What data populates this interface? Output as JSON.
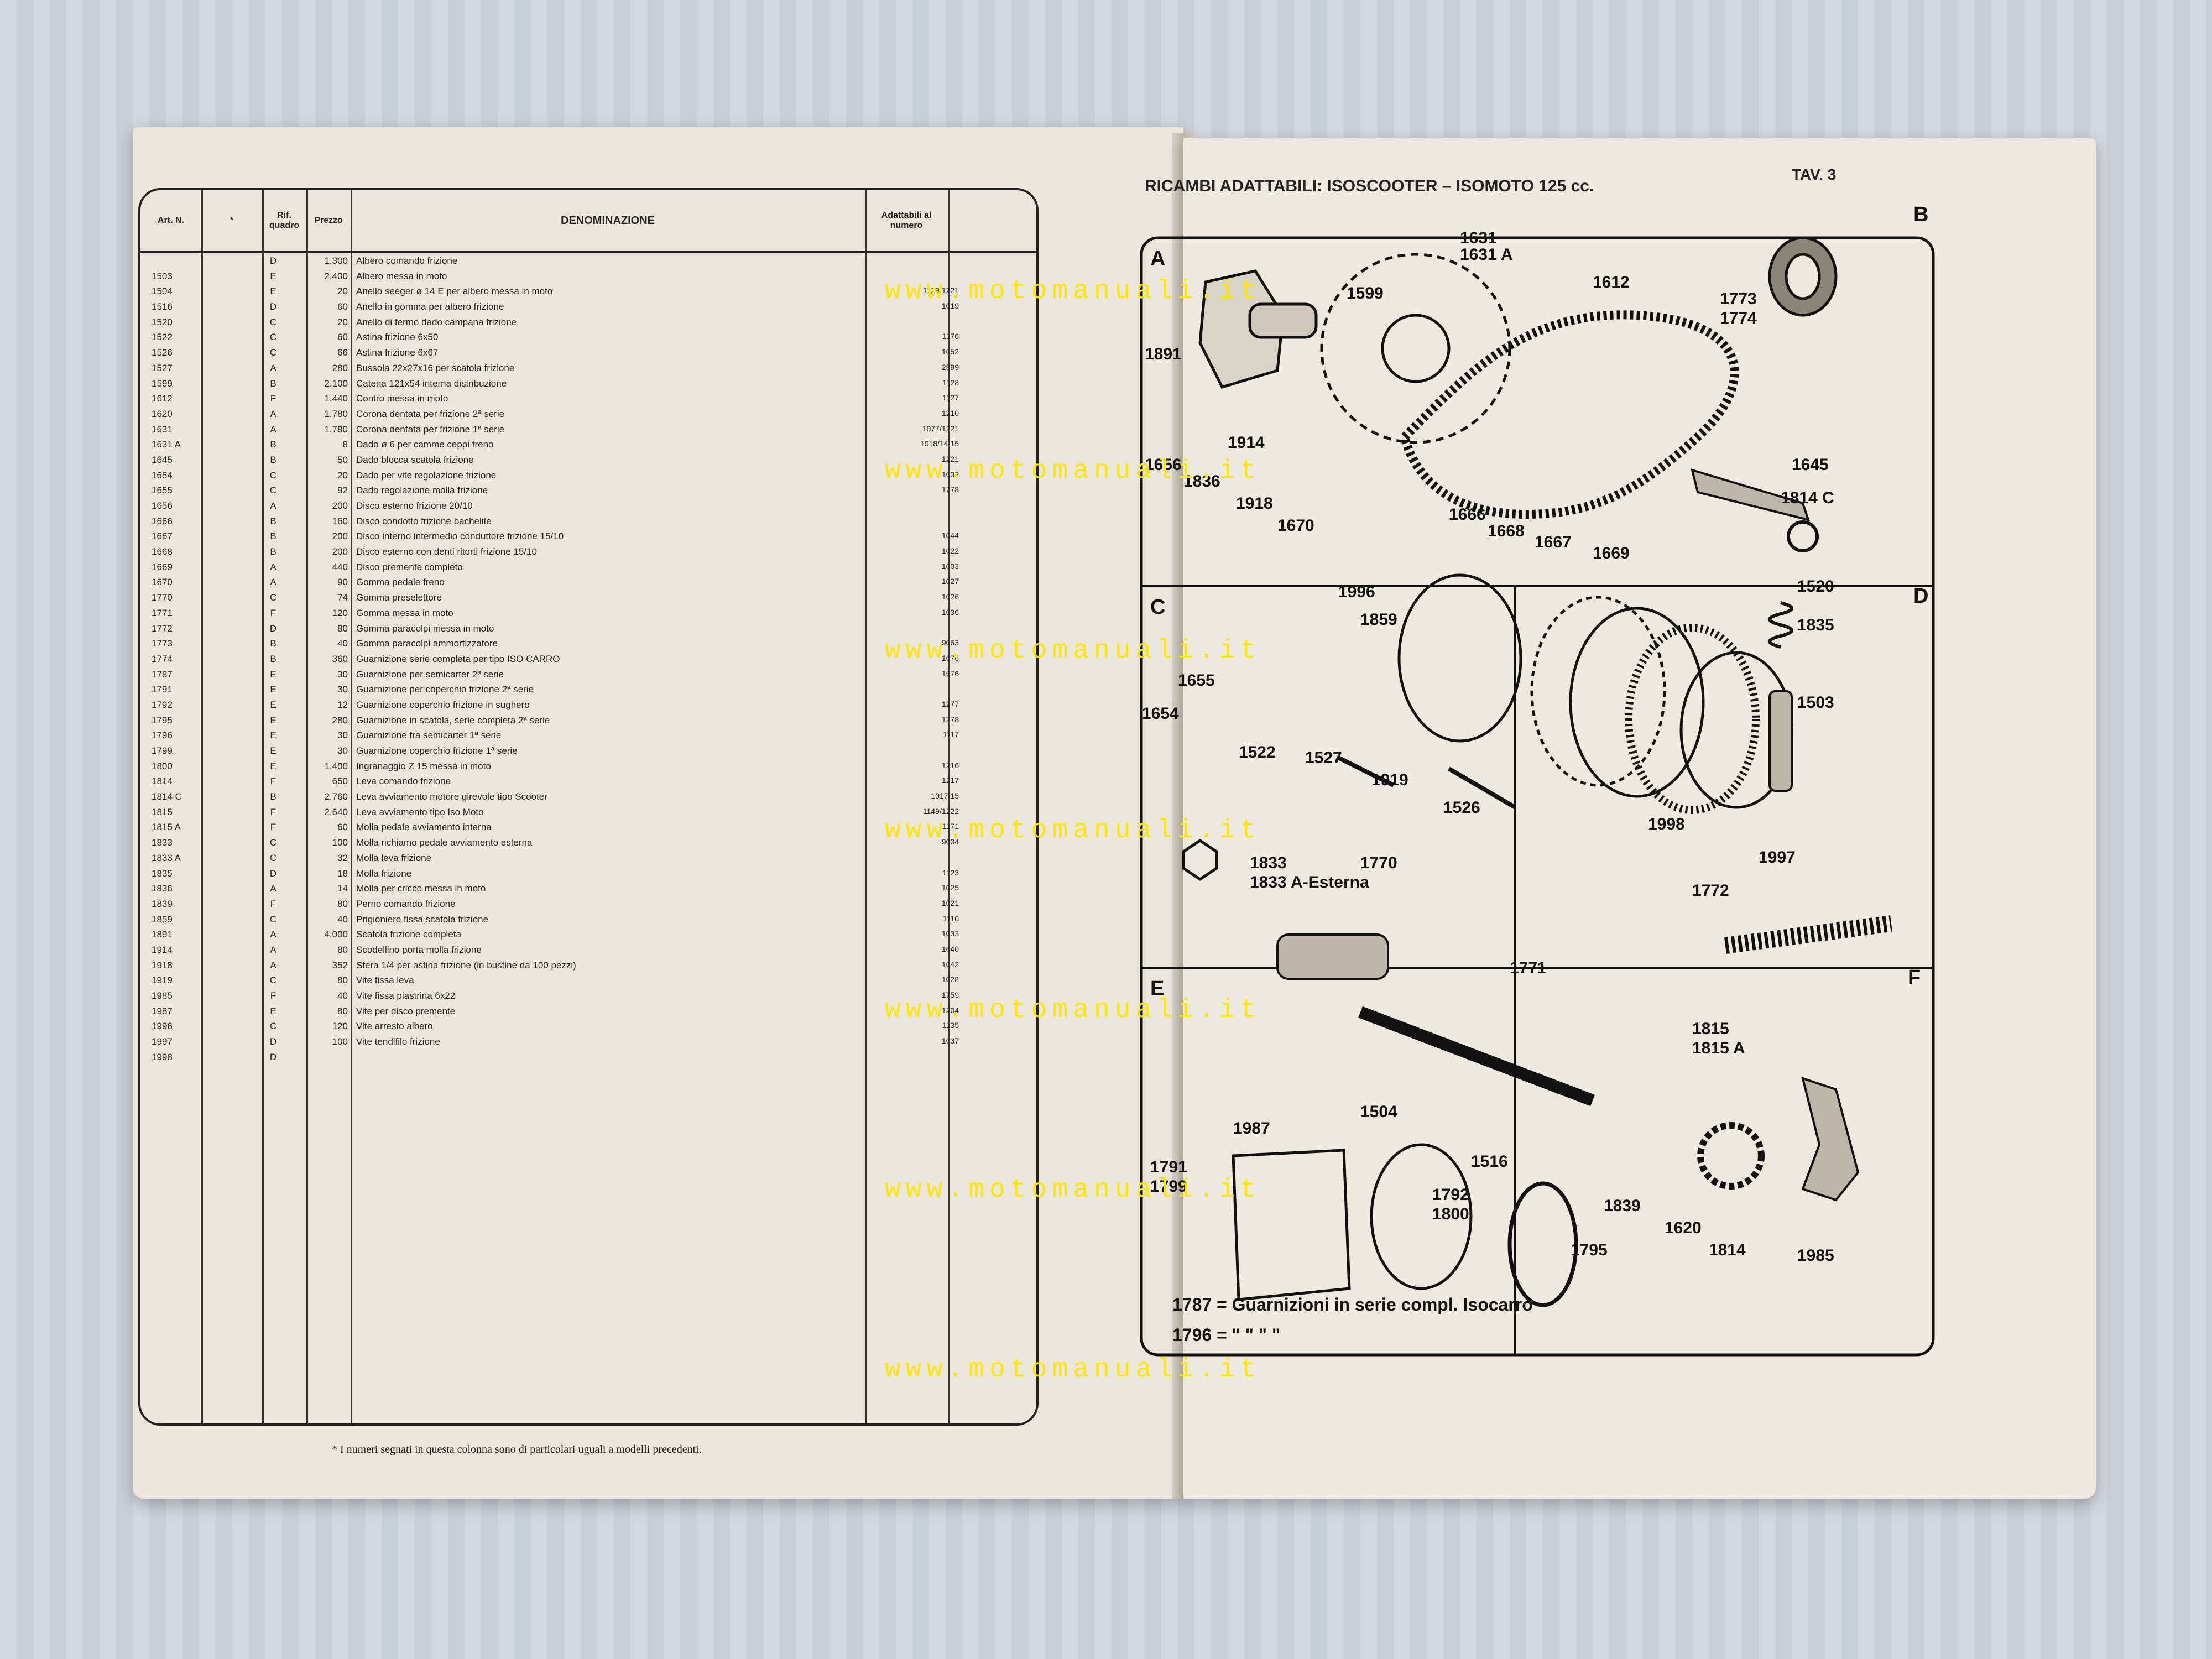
{
  "left_page": {
    "headers": {
      "art": "Art. N.",
      "star": "*",
      "rif": "Rif. quadro",
      "prezzo": "Prezzo",
      "denominazione": "DENOMINAZIONE",
      "adattabili": "Adattabili al numero"
    },
    "rows": [
      {
        "art": "",
        "rif": "D",
        "prezzo": "1.300",
        "den": "Albero comando frizione",
        "ada": ""
      },
      {
        "art": "1503",
        "rif": "E",
        "prezzo": "2.400",
        "den": "Albero messa in moto",
        "ada": ""
      },
      {
        "art": "1504",
        "rif": "E",
        "prezzo": "20",
        "den": "Anello seeger ø 14 E per albero messa in moto",
        "ada": "1129/1221"
      },
      {
        "art": "1516",
        "rif": "D",
        "prezzo": "60",
        "den": "Anello in gomma per albero frizione",
        "ada": "1019"
      },
      {
        "art": "1520",
        "rif": "C",
        "prezzo": "20",
        "den": "Anello di fermo dado campana frizione",
        "ada": ""
      },
      {
        "art": "1522",
        "rif": "C",
        "prezzo": "60",
        "den": "Astina frizione 6x50",
        "ada": "1176"
      },
      {
        "art": "1526",
        "rif": "C",
        "prezzo": "66",
        "den": "Astina frizione 6x67",
        "ada": "1052"
      },
      {
        "art": "1527",
        "rif": "A",
        "prezzo": "280",
        "den": "Bussola 22x27x16 per scatola frizione",
        "ada": "2899"
      },
      {
        "art": "1599",
        "rif": "B",
        "prezzo": "2.100",
        "den": "Catena 121x54 interna distribuzione",
        "ada": "1128"
      },
      {
        "art": "1612",
        "rif": "F",
        "prezzo": "1.440",
        "den": "Contro messa in moto",
        "ada": "1127"
      },
      {
        "art": "1620",
        "rif": "A",
        "prezzo": "1.780",
        "den": "Corona dentata per frizione 2ª serie",
        "ada": "1210"
      },
      {
        "art": "1631",
        "rif": "A",
        "prezzo": "1.780",
        "den": "Corona dentata per frizione 1ª serie",
        "ada": "1077/1221"
      },
      {
        "art": "1631 A",
        "rif": "B",
        "prezzo": "8",
        "den": "Dado ø 6 per camme ceppi freno",
        "ada": "1018/14/15"
      },
      {
        "art": "1645",
        "rif": "B",
        "prezzo": "50",
        "den": "Dado blocca scatola frizione",
        "ada": "1221"
      },
      {
        "art": "1654",
        "rif": "C",
        "prezzo": "20",
        "den": "Dado per vite regolazione frizione",
        "ada": "1032"
      },
      {
        "art": "1655",
        "rif": "C",
        "prezzo": "92",
        "den": "Dado regolazione molla frizione",
        "ada": "1778"
      },
      {
        "art": "1656",
        "rif": "A",
        "prezzo": "200",
        "den": "Disco esterno frizione 20/10",
        "ada": ""
      },
      {
        "art": "1666",
        "rif": "B",
        "prezzo": "160",
        "den": "Disco condotto frizione bachelite",
        "ada": ""
      },
      {
        "art": "1667",
        "rif": "B",
        "prezzo": "200",
        "den": "Disco interno intermedio conduttore frizione 15/10",
        "ada": "1044"
      },
      {
        "art": "1668",
        "rif": "B",
        "prezzo": "200",
        "den": "Disco esterno con denti ritorti frizione 15/10",
        "ada": "1022"
      },
      {
        "art": "1669",
        "rif": "A",
        "prezzo": "440",
        "den": "Disco premente completo",
        "ada": "1003"
      },
      {
        "art": "1670",
        "rif": "A",
        "prezzo": "90",
        "den": "Gomma pedale freno",
        "ada": "1027"
      },
      {
        "art": "1770",
        "rif": "C",
        "prezzo": "74",
        "den": "Gomma preselettore",
        "ada": "1026"
      },
      {
        "art": "1771",
        "rif": "F",
        "prezzo": "120",
        "den": "Gomma messa in moto",
        "ada": "1036"
      },
      {
        "art": "1772",
        "rif": "D",
        "prezzo": "80",
        "den": "Gomma paracolpi messa in moto",
        "ada": ""
      },
      {
        "art": "1773",
        "rif": "B",
        "prezzo": "40",
        "den": "Gomma paracolpi ammortizzatore",
        "ada": "9063"
      },
      {
        "art": "1774",
        "rif": "B",
        "prezzo": "360",
        "den": "Guarnizione serie completa per tipo ISO CARRO",
        "ada": "1676"
      },
      {
        "art": "1787",
        "rif": "E",
        "prezzo": "30",
        "den": "Guarnizione per semicarter 2ª serie",
        "ada": "1676"
      },
      {
        "art": "1791",
        "rif": "E",
        "prezzo": "30",
        "den": "Guarnizione per coperchio frizione 2ª serie",
        "ada": ""
      },
      {
        "art": "1792",
        "rif": "E",
        "prezzo": "12",
        "den": "Guarnizione coperchio frizione in sughero",
        "ada": "1277"
      },
      {
        "art": "1795",
        "rif": "E",
        "prezzo": "280",
        "den": "Guarnizione in scatola, serie completa 2ª serie",
        "ada": "1278"
      },
      {
        "art": "1796",
        "rif": "E",
        "prezzo": "30",
        "den": "Guarnizione fra semicarter 1ª serie",
        "ada": "1117"
      },
      {
        "art": "1799",
        "rif": "E",
        "prezzo": "30",
        "den": "Guarnizione coperchio frizione 1ª serie",
        "ada": ""
      },
      {
        "art": "1800",
        "rif": "E",
        "prezzo": "1.400",
        "den": "Ingranaggio Z 15 messa in moto",
        "ada": "1216"
      },
      {
        "art": "1814",
        "rif": "F",
        "prezzo": "650",
        "den": "Leva comando frizione",
        "ada": "1217"
      },
      {
        "art": "1814 C",
        "rif": "B",
        "prezzo": "2.760",
        "den": "Leva avviamento motore girevole tipo Scooter",
        "ada": "1017/15"
      },
      {
        "art": "1815",
        "rif": "F",
        "prezzo": "2.640",
        "den": "Leva avviamento tipo Iso Moto",
        "ada": "1149/1222"
      },
      {
        "art": "1815 A",
        "rif": "F",
        "prezzo": "60",
        "den": "Molla pedale avviamento interna",
        "ada": "1171"
      },
      {
        "art": "1833",
        "rif": "C",
        "prezzo": "100",
        "den": "Molla richiamo pedale avviamento esterna",
        "ada": "9004"
      },
      {
        "art": "1833 A",
        "rif": "C",
        "prezzo": "32",
        "den": "Molla leva frizione",
        "ada": ""
      },
      {
        "art": "1835",
        "rif": "D",
        "prezzo": "18",
        "den": "Molla frizione",
        "ada": "1123"
      },
      {
        "art": "1836",
        "rif": "A",
        "prezzo": "14",
        "den": "Molla per cricco messa in moto",
        "ada": "1025"
      },
      {
        "art": "1839",
        "rif": "F",
        "prezzo": "80",
        "den": "Perno comando frizione",
        "ada": "1021"
      },
      {
        "art": "1859",
        "rif": "C",
        "prezzo": "40",
        "den": "Prigioniero fissa scatola frizione",
        "ada": "1110"
      },
      {
        "art": "1891",
        "rif": "A",
        "prezzo": "4.000",
        "den": "Scatola frizione completa",
        "ada": "1033"
      },
      {
        "art": "1914",
        "rif": "A",
        "prezzo": "80",
        "den": "Scodellino porta molla frizione",
        "ada": "1040"
      },
      {
        "art": "1918",
        "rif": "A",
        "prezzo": "352",
        "den": "Sfera 1/4 per astina frizione (in bustine da 100 pezzi)",
        "ada": "1042"
      },
      {
        "art": "1919",
        "rif": "C",
        "prezzo": "80",
        "den": "Vite fissa leva",
        "ada": "1028"
      },
      {
        "art": "1985",
        "rif": "F",
        "prezzo": "40",
        "den": "Vite fissa piastrina 6x22",
        "ada": "1759"
      },
      {
        "art": "1987",
        "rif": "E",
        "prezzo": "80",
        "den": "Vite per disco premente",
        "ada": "1204"
      },
      {
        "art": "1996",
        "rif": "C",
        "prezzo": "120",
        "den": "Vite arresto albero",
        "ada": "1135"
      },
      {
        "art": "1997",
        "rif": "D",
        "prezzo": "100",
        "den": "Vite tendifilo frizione",
        "ada": "1037"
      },
      {
        "art": "1998",
        "rif": "D",
        "prezzo": "",
        "den": "",
        "ada": ""
      }
    ],
    "footnote": "* I numeri segnati in questa colonna sono di particolari uguali a modelli precedenti."
  },
  "right_page": {
    "title": "RICAMBI ADATTABILI: ISOSCOOTER – ISOMOTO 125 cc.",
    "tav": "TAV. 3",
    "sections": [
      "A",
      "B",
      "C",
      "D",
      "E",
      "F"
    ],
    "labels": {
      "l1599": "1599",
      "l1631": "1631",
      "l1631a": "1631 A",
      "l1612": "1612",
      "l1773": "1773",
      "l1774": "1774",
      "l1891": "1891",
      "l1914": "1914",
      "l1656": "1656",
      "l1836": "1836",
      "l1918": "1918",
      "l1670": "1670",
      "l1645": "1645",
      "l1814c": "1814 C",
      "l1666": "1666",
      "l1668": "1668",
      "l1667": "1667",
      "l1669": "1669",
      "l1996": "1996",
      "l1859": "1859",
      "l1520": "1520",
      "l1835": "1835",
      "l1655": "1655",
      "l1503": "1503",
      "l1654": "1654",
      "l1522": "1522",
      "l1527": "1527",
      "l1919": "1919",
      "l1526": "1526",
      "l1998": "1998",
      "l1997": "1997",
      "l1833": "1833",
      "l1833a": "1833 A-Esterna",
      "l1770": "1770",
      "l1772": "1772",
      "l1771": "1771",
      "l1815": "1815",
      "l1815a": "1815 A",
      "l1504": "1504",
      "l1987": "1987",
      "l1516": "1516",
      "l1839": "1839",
      "l1620": "1620",
      "l1814": "1814",
      "l1985": "1985",
      "l1791": "1791",
      "l1799": "1799",
      "l1792": "1792",
      "l1800": "1800",
      "l1795": "1795"
    },
    "note1": "1787 = Guarnizioni in serie compl. Isocarro",
    "note2": "1796 = \"      \"      \"      \""
  },
  "watermark": "www.motomanuali.it"
}
